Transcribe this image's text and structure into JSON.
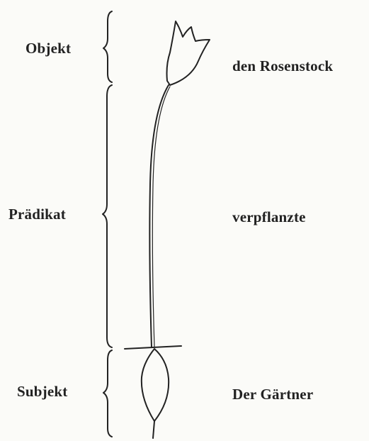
{
  "labels": {
    "objekt": "Objekt",
    "praedikat": "Prädikat",
    "subjekt": "Subjekt"
  },
  "sentence": {
    "objekt": "den Rosenstock",
    "praedikat": "verpflanzte",
    "subjekt": "Der Gärtner"
  },
  "colors": {
    "ink": "#222222",
    "paper": "#fbfbf8"
  }
}
